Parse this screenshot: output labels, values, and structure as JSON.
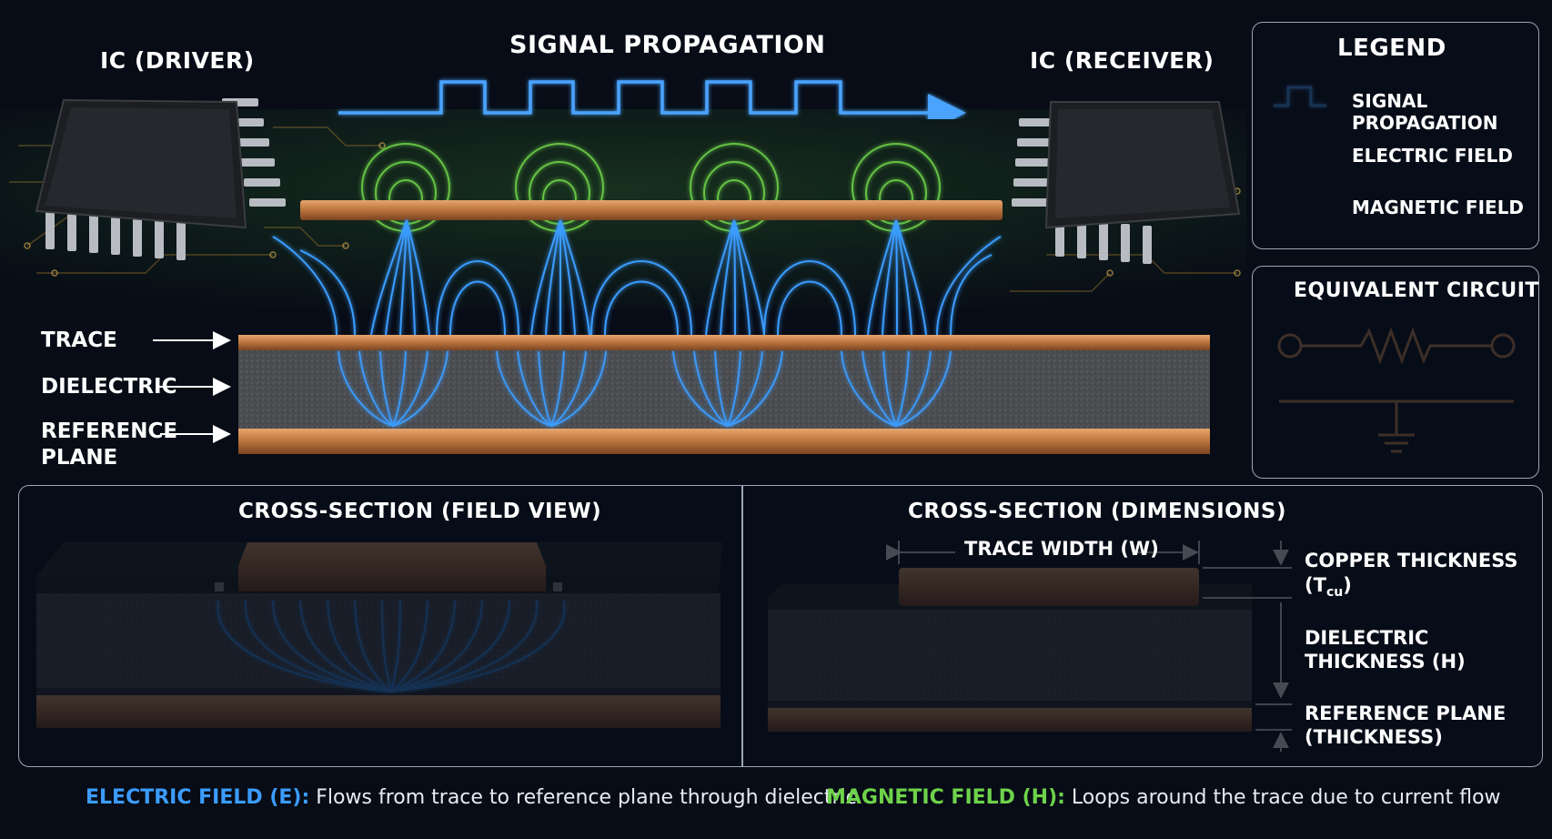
{
  "top": {
    "driver_label": "IC (DRIVER)",
    "signal_label": "SIGNAL PROPAGATION",
    "receiver_label": "IC (RECEIVER)"
  },
  "legend": {
    "title": "LEGEND",
    "items": [
      {
        "label": "SIGNAL PROPAGATION",
        "icon": "square-wave-icon",
        "color": "#4aa3ff"
      },
      {
        "label": "ELECTRIC FIELD",
        "icon": "blue-line-icon",
        "color": "#3b9cff"
      },
      {
        "label": "MAGNETIC FIELD",
        "icon": "green-line-icon",
        "color": "#6ed34a"
      }
    ]
  },
  "equivalent_circuit": {
    "title": "EQUIVALENT CIRCUIT"
  },
  "stack_labels": {
    "trace": "TRACE",
    "dielectric": "DIELECTRIC",
    "reference_line1": "REFERENCE",
    "reference_line2": "PLANE"
  },
  "field_view": {
    "title": "CROSS-SECTION (FIELD VIEW)"
  },
  "dimensions_view": {
    "title": "CROSS-SECTION (DIMENSIONS)",
    "trace_width": "TRACE WIDTH (W)",
    "copper_thickness": "COPPER THICKNESS (T",
    "copper_thickness_sub": "cu",
    "copper_thickness_close": ")",
    "dielectric_line1": "DIELECTRIC",
    "dielectric_line2": "THICKNESS (H)",
    "reference_line1": "REFERENCE PLANE",
    "reference_line2": "(THICKNESS)"
  },
  "footer": {
    "electric_key": "ELECTRIC FIELD (E):",
    "electric_desc": "Flows from trace to reference plane through dielectric",
    "magnetic_key": "MAGNETIC FIELD (H):",
    "magnetic_desc": "Loops around the trace due to current flow"
  },
  "colors": {
    "electric": "#3b9cff",
    "magnetic": "#6ed34a",
    "copper": "#c8804a",
    "dielectric": "#4a4d52",
    "background": "#070c16"
  }
}
